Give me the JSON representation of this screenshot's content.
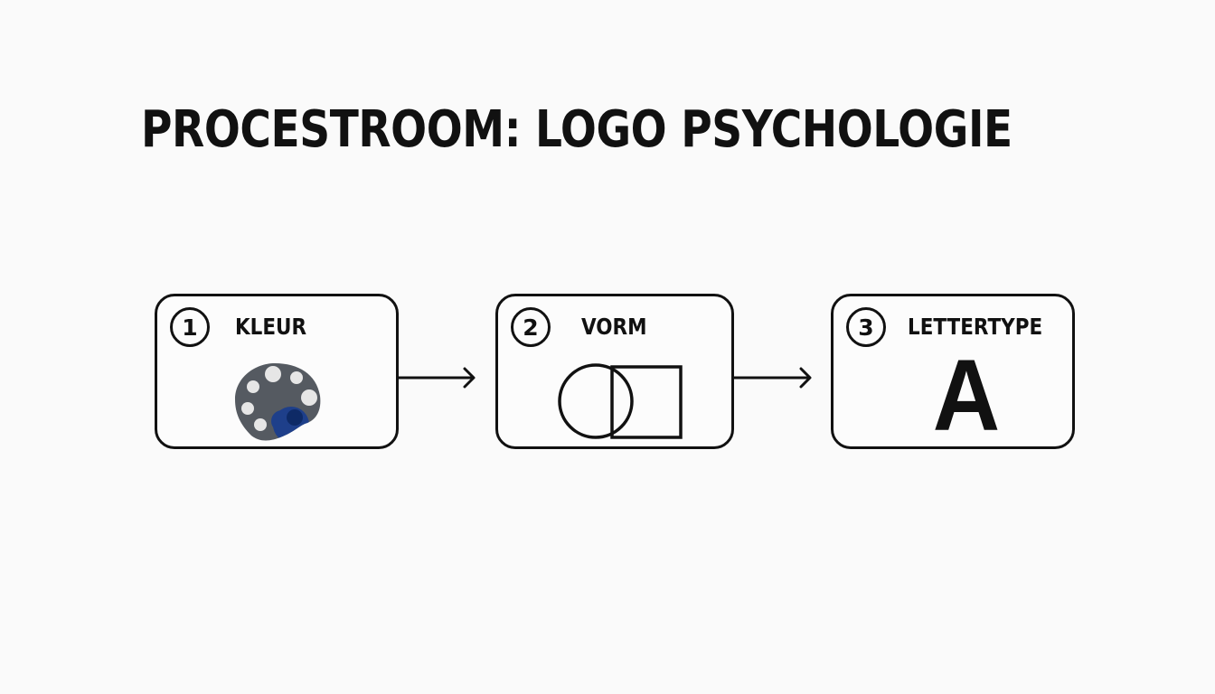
{
  "title": "PROCESTROOM: LOGO PSYCHOLOGIE",
  "steps": [
    {
      "number": "1",
      "label": "KLEUR",
      "icon": "palette-icon"
    },
    {
      "number": "2",
      "label": "VORM",
      "icon": "circle-square-icon"
    },
    {
      "number": "3",
      "label": "LETTERTYPE",
      "icon": "letter-a-icon",
      "sample": "A"
    }
  ],
  "connectors": [
    "arrow-right-icon",
    "arrow-right-icon"
  ],
  "colors": {
    "ink": "#111111",
    "background": "#fafafa",
    "palette_body": "#555a61",
    "palette_dots": "#e6e6e6",
    "palette_accent": "#1e3f8a"
  }
}
